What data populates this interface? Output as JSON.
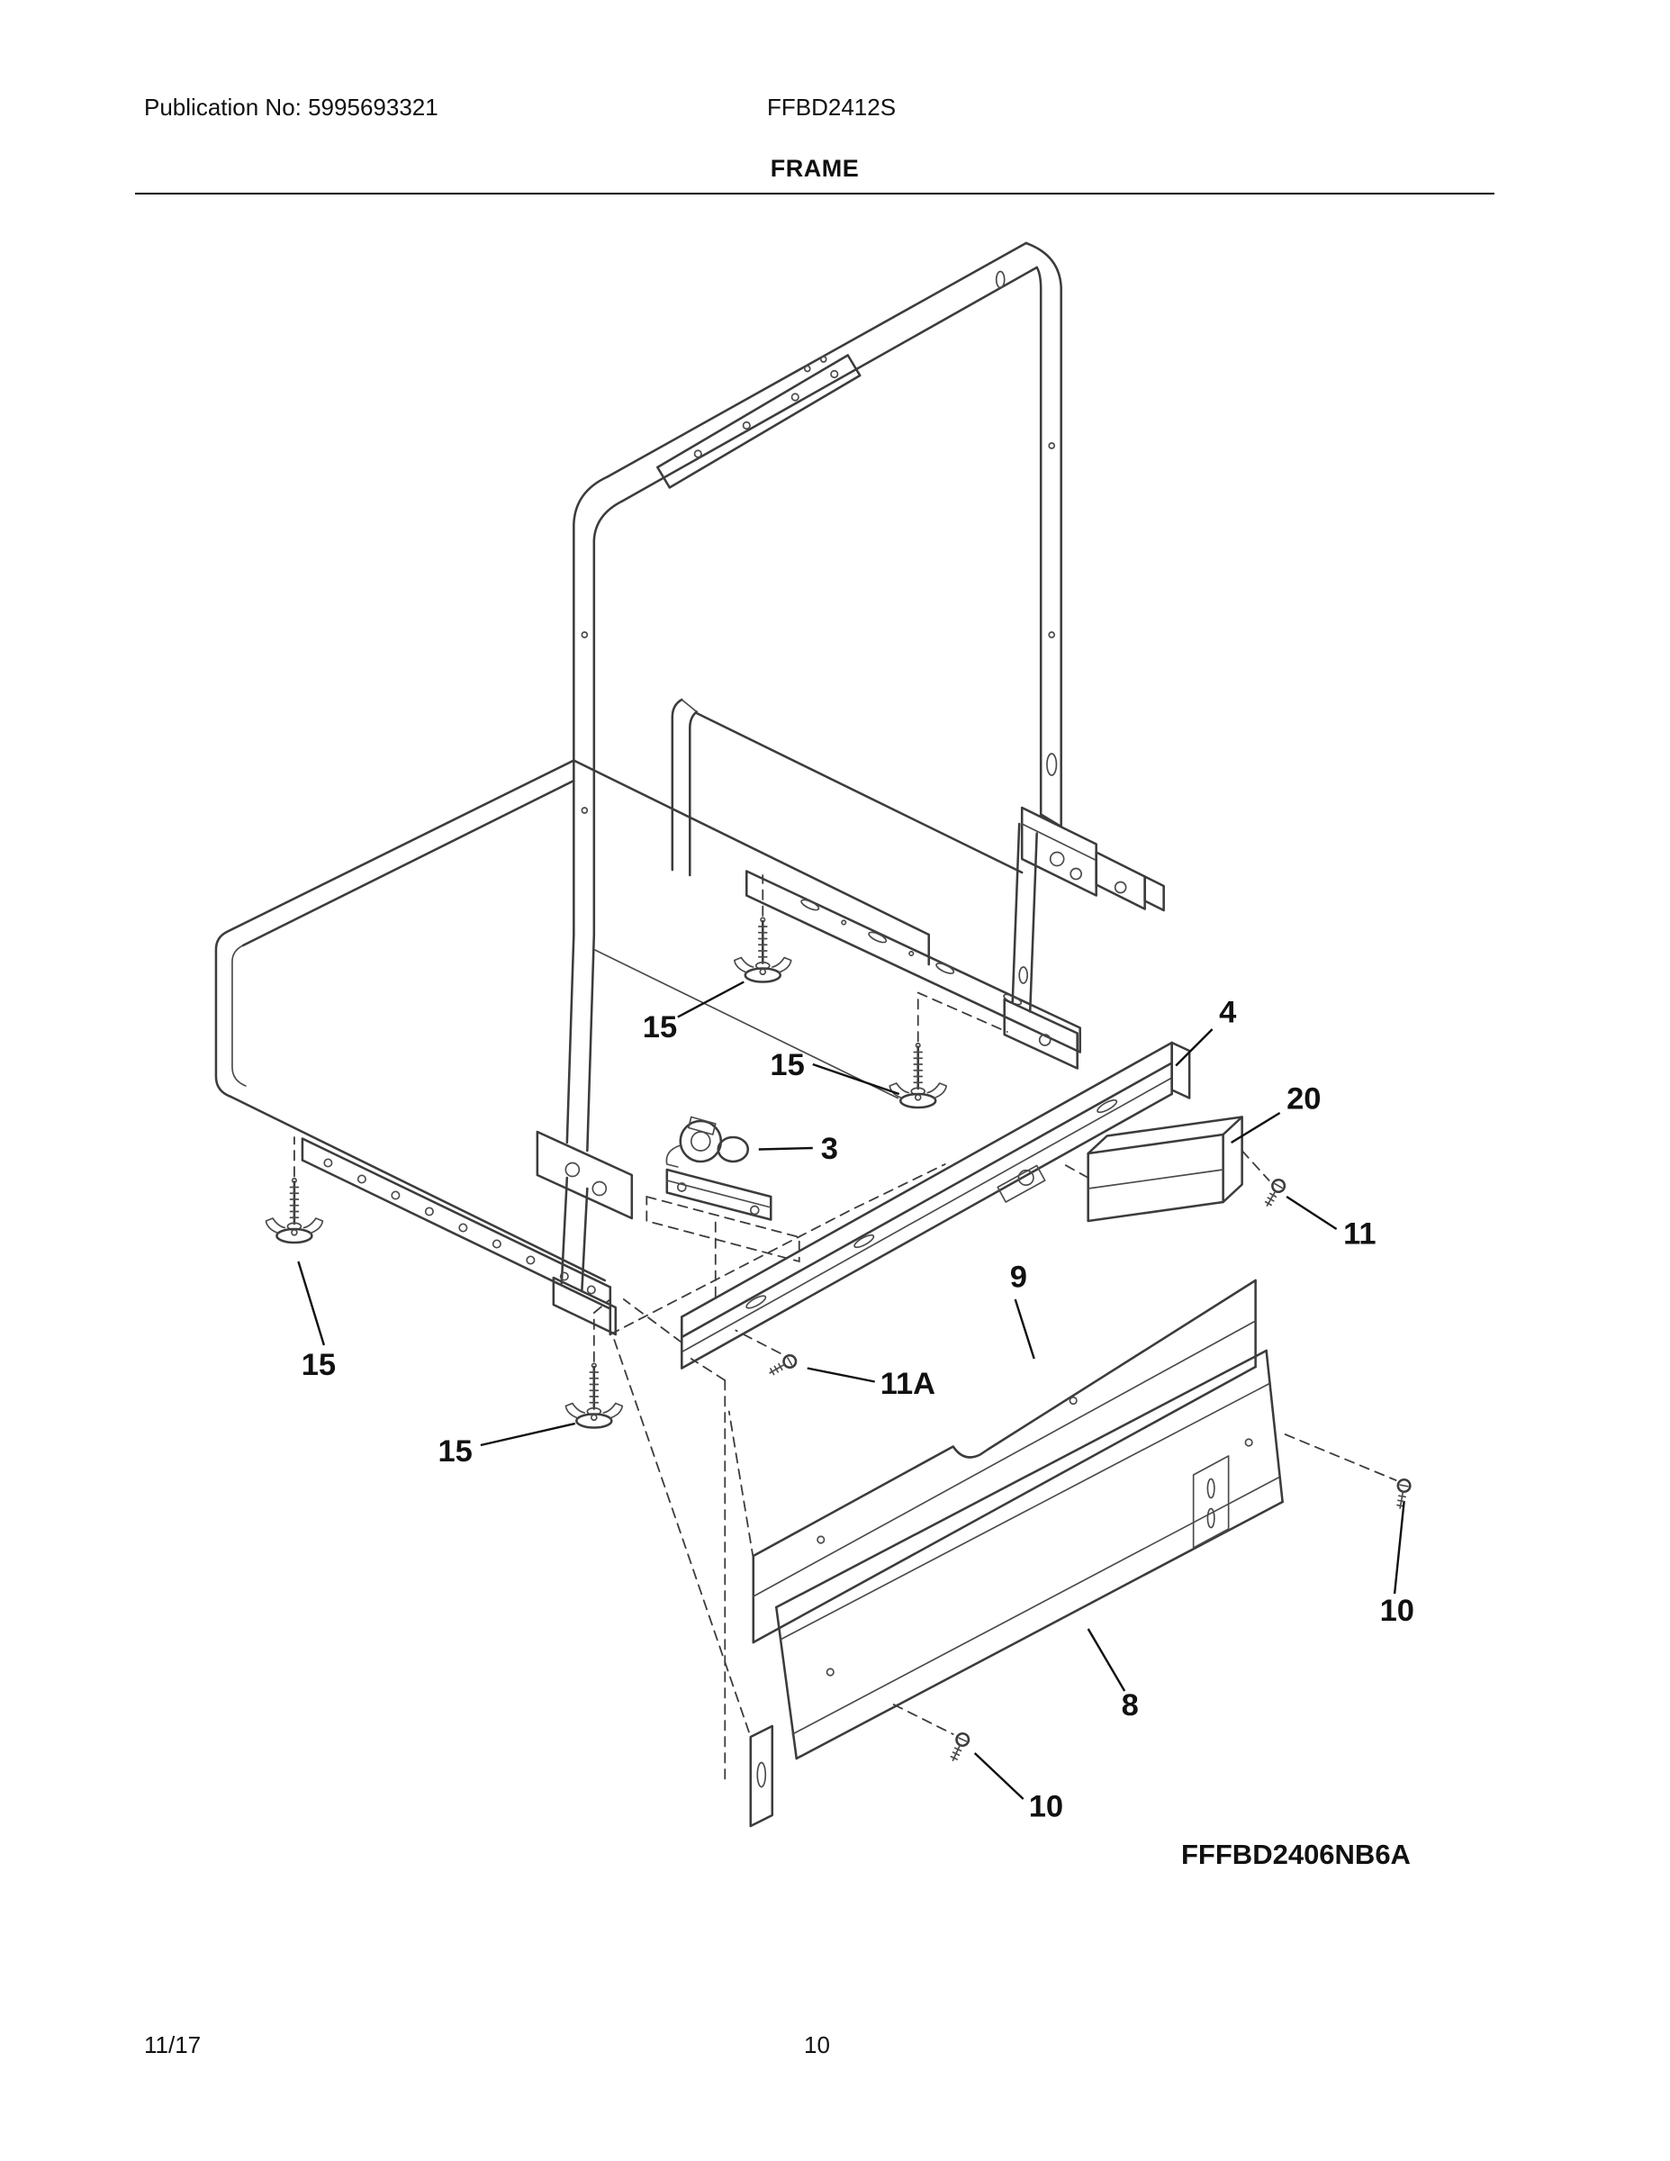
{
  "header": {
    "publication": "Publication No: 5995693321",
    "model": "FFBD2412S"
  },
  "title": "FRAME",
  "diagram": {
    "description": "Exploded isometric parts view of dishwasher frame assembly",
    "model_code": "FFFBD2406NB6A",
    "callouts": {
      "c15": "15",
      "c3": "3",
      "c4": "4",
      "c20": "20",
      "c11": "11",
      "c9": "9",
      "c11a": "11A",
      "c10": "10",
      "c8": "8"
    }
  },
  "footer": {
    "date": "11/17",
    "page": "10"
  }
}
